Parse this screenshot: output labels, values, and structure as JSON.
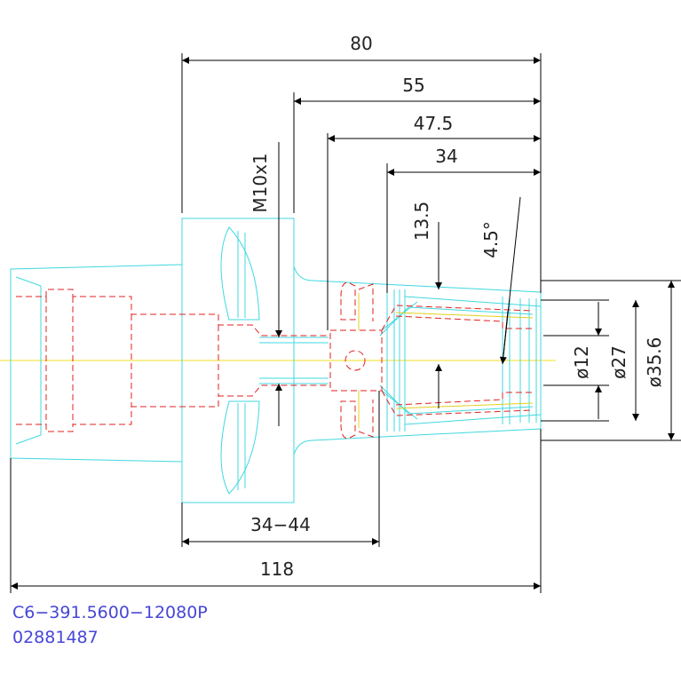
{
  "dimensions": {
    "overall_80": "80",
    "len_55": "55",
    "len_47_5": "47.5",
    "len_34": "34",
    "thread": "M10x1",
    "len_13_5": "13.5",
    "angle": "4.5°",
    "dia_12": "ø12",
    "dia_27": "ø27",
    "dia_35_6": "ø35.6",
    "range_34_44": "34−44",
    "total_118": "118"
  },
  "part": {
    "code": "C6−391.5600−12080P",
    "number": "02881487"
  },
  "colors": {
    "outline": "#40d8e0",
    "hidden": "#e02020",
    "center": "#f0e020",
    "dimension": "#000000",
    "label": "#4646d8"
  }
}
